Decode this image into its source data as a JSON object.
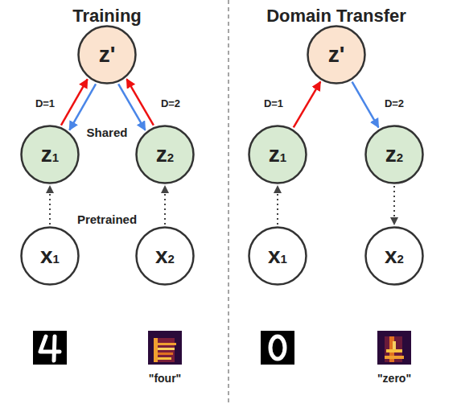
{
  "diagram": {
    "nodes": [
      {
        "text": [
          "z'"
        ]
      },
      {
        "text": [
          "z1"
        ]
      },
      {
        "text": [
          "z2"
        ]
      },
      {
        "text": [
          "x1"
        ]
      },
      {
        "text": [
          "x2"
        ]
      },
      {
        "text": [
          "z'"
        ]
      },
      {
        "text": [
          "z1"
        ]
      },
      {
        "text": [
          "z2"
        ]
      },
      {
        "text": [
          "x1"
        ]
      },
      {
        "text": [
          "x2"
        ]
      }
    ],
    "edges": [
      {
        "from": 1,
        "to": 0,
        "arrow": "to"
      },
      {
        "from": 0,
        "to": 1,
        "arrow": "to"
      },
      {
        "from": 0,
        "to": 2,
        "arrow": "to"
      },
      {
        "from": 2,
        "to": 0,
        "arrow": "to"
      },
      {
        "from": 3,
        "to": 1,
        "arrow": "to"
      },
      {
        "from": 4,
        "to": 2,
        "arrow": "to"
      },
      {
        "from": 6,
        "to": 5,
        "arrow": "to"
      },
      {
        "from": 5,
        "to": 7,
        "arrow": "to"
      },
      {
        "from": 8,
        "to": 6,
        "arrow": "to"
      },
      {
        "from": 7,
        "to": 9,
        "arrow": "to"
      }
    ],
    "labels": [
      "Training",
      "D=1",
      "D=2",
      "Shared",
      "Pretrained",
      "\"four\"",
      "Domain Transfer",
      "D=1",
      "D=2",
      "\"zero\""
    ]
  }
}
